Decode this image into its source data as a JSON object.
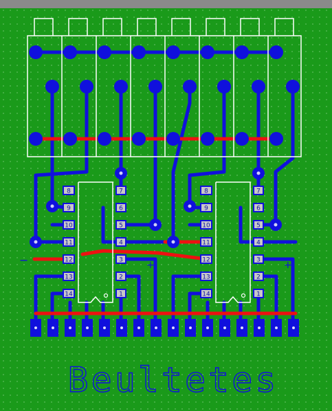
{
  "board": {
    "background": "#1a9a1a",
    "grid_color": "#a8e0a8",
    "top_bar_color": "#8a8a8a",
    "copper_color": "#1010dd",
    "pad_color": "#1010dd",
    "silk_color": "#ffffff",
    "highlight_trace_color": "#ee1111",
    "label_pad_fill": "#c8c8c8",
    "label_text_color": "#1010aa"
  },
  "silkscreen_text": "Beultetes",
  "polarity_minus": "−",
  "polarity_plus": "+",
  "ic_left": {
    "left_pins": [
      "8",
      "9",
      "10",
      "11",
      "12",
      "13",
      "14"
    ],
    "right_pins": [
      "7",
      "6",
      "5",
      "4",
      "3",
      "2",
      "1"
    ]
  },
  "ic_right": {
    "left_pins": [
      "8",
      "9",
      "10",
      "11",
      "12",
      "13",
      "14"
    ],
    "right_pins": [
      "7",
      "6",
      "5",
      "4",
      "3",
      "2",
      "1"
    ]
  },
  "switch_count": 8,
  "header_pin_count": 16
}
